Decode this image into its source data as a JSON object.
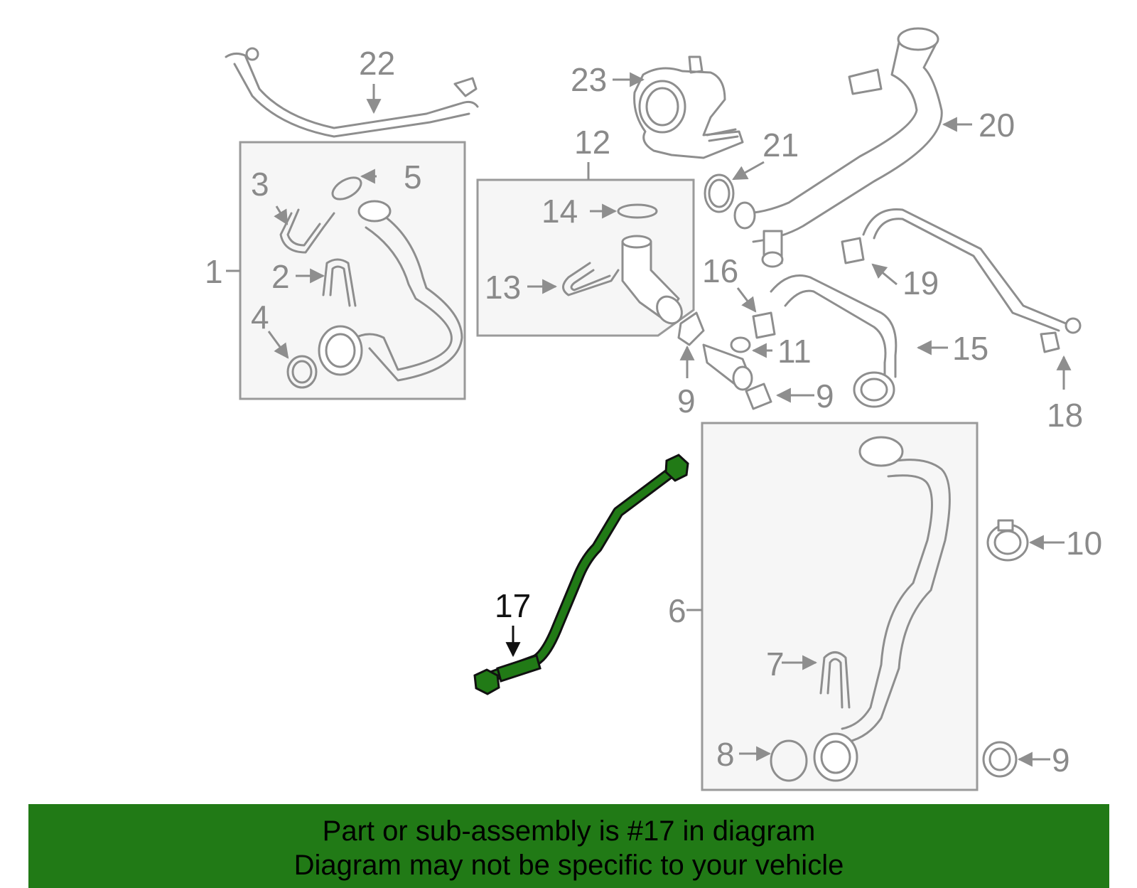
{
  "labels": {
    "l1": "1",
    "l2": "2",
    "l3": "3",
    "l4": "4",
    "l5": "5",
    "l6": "6",
    "l7": "7",
    "l8": "8",
    "l9a": "9",
    "l9b": "9",
    "l9c": "9",
    "l10": "10",
    "l11": "11",
    "l12": "12",
    "l13": "13",
    "l14": "14",
    "l15": "15",
    "l16": "16",
    "l17": "17",
    "l18": "18",
    "l19": "19",
    "l20": "20",
    "l21": "21",
    "l22": "22",
    "l23": "23"
  },
  "highlight": {
    "part_number": "17",
    "color": "#217a16"
  },
  "footer": {
    "line1": "Part or sub-assembly is #17 in diagram",
    "line2": "Diagram may not be specific to your vehicle"
  }
}
